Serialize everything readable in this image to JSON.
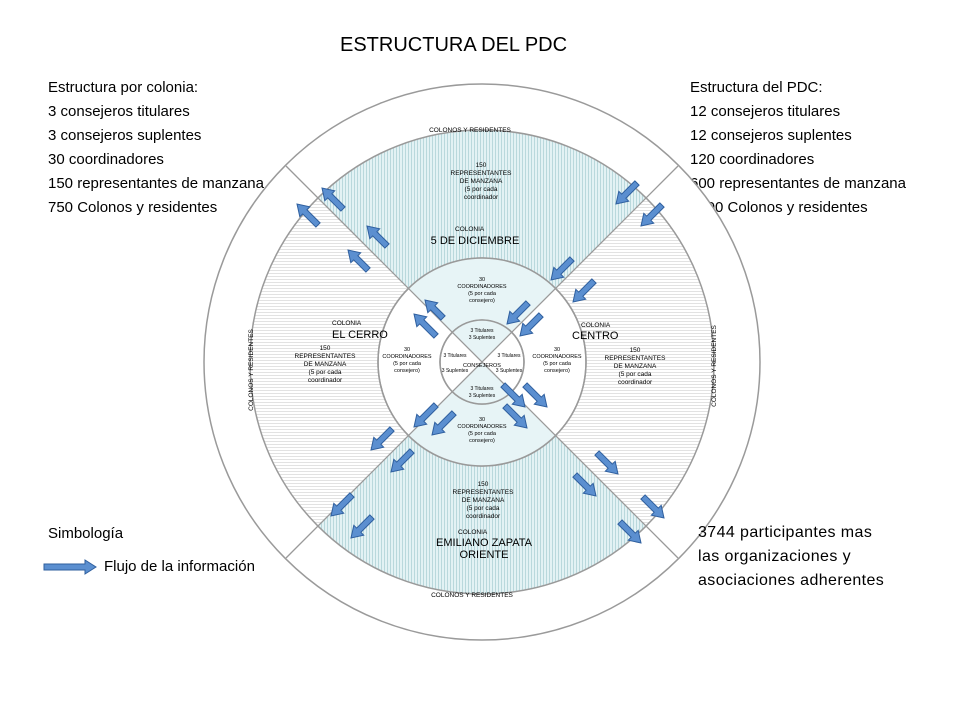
{
  "title": "ESTRUCTURA DEL PDC",
  "left_block": [
    "Estructura por colonia:",
    "3 consejeros titulares",
    "3 consejeros suplentes",
    "30 coordinadores",
    "150 representantes de manzana",
    "750 Colonos y residentes"
  ],
  "right_block": [
    "Estructura del PDC:",
    "12 consejeros titulares",
    "12 consejeros suplentes",
    "120 coordinadores",
    "600 representantes de manzana",
    "3000 Colonos y residentes"
  ],
  "summary": [
    "3744 participantes mas",
    "las organizaciones y",
    "asociaciones adherentes"
  ],
  "legend": {
    "title": "Simbología",
    "label": "Flujo de la información"
  },
  "diagram": {
    "outer_ring_label": "COLONOS Y RESIDENTES",
    "colonia_label": "COLONIA",
    "colonias": {
      "top": "5 DE DICIEMBRE",
      "left": "EL CERRO",
      "right": "CENTRO",
      "bottom_line1": "EMILIANO ZAPATA",
      "bottom_line2": "ORIENTE"
    },
    "representantes": [
      "150",
      "REPRESENTANTES",
      "DE MANZANA",
      "(5 por cada",
      "coordinador"
    ],
    "coordinadores": [
      "30",
      "COORDINADORES",
      "(5 por cada",
      "consejero)"
    ],
    "titulares": "3 Titulares",
    "suplentes": "3 Suplentes",
    "consejeros": "CONSEJEROS"
  },
  "colors": {
    "arrow_fill": "#5b8fd0",
    "arrow_stroke": "#2f5f9e",
    "shaded_sector": "#d6ecef",
    "line_gray": "#9a9a9a"
  }
}
